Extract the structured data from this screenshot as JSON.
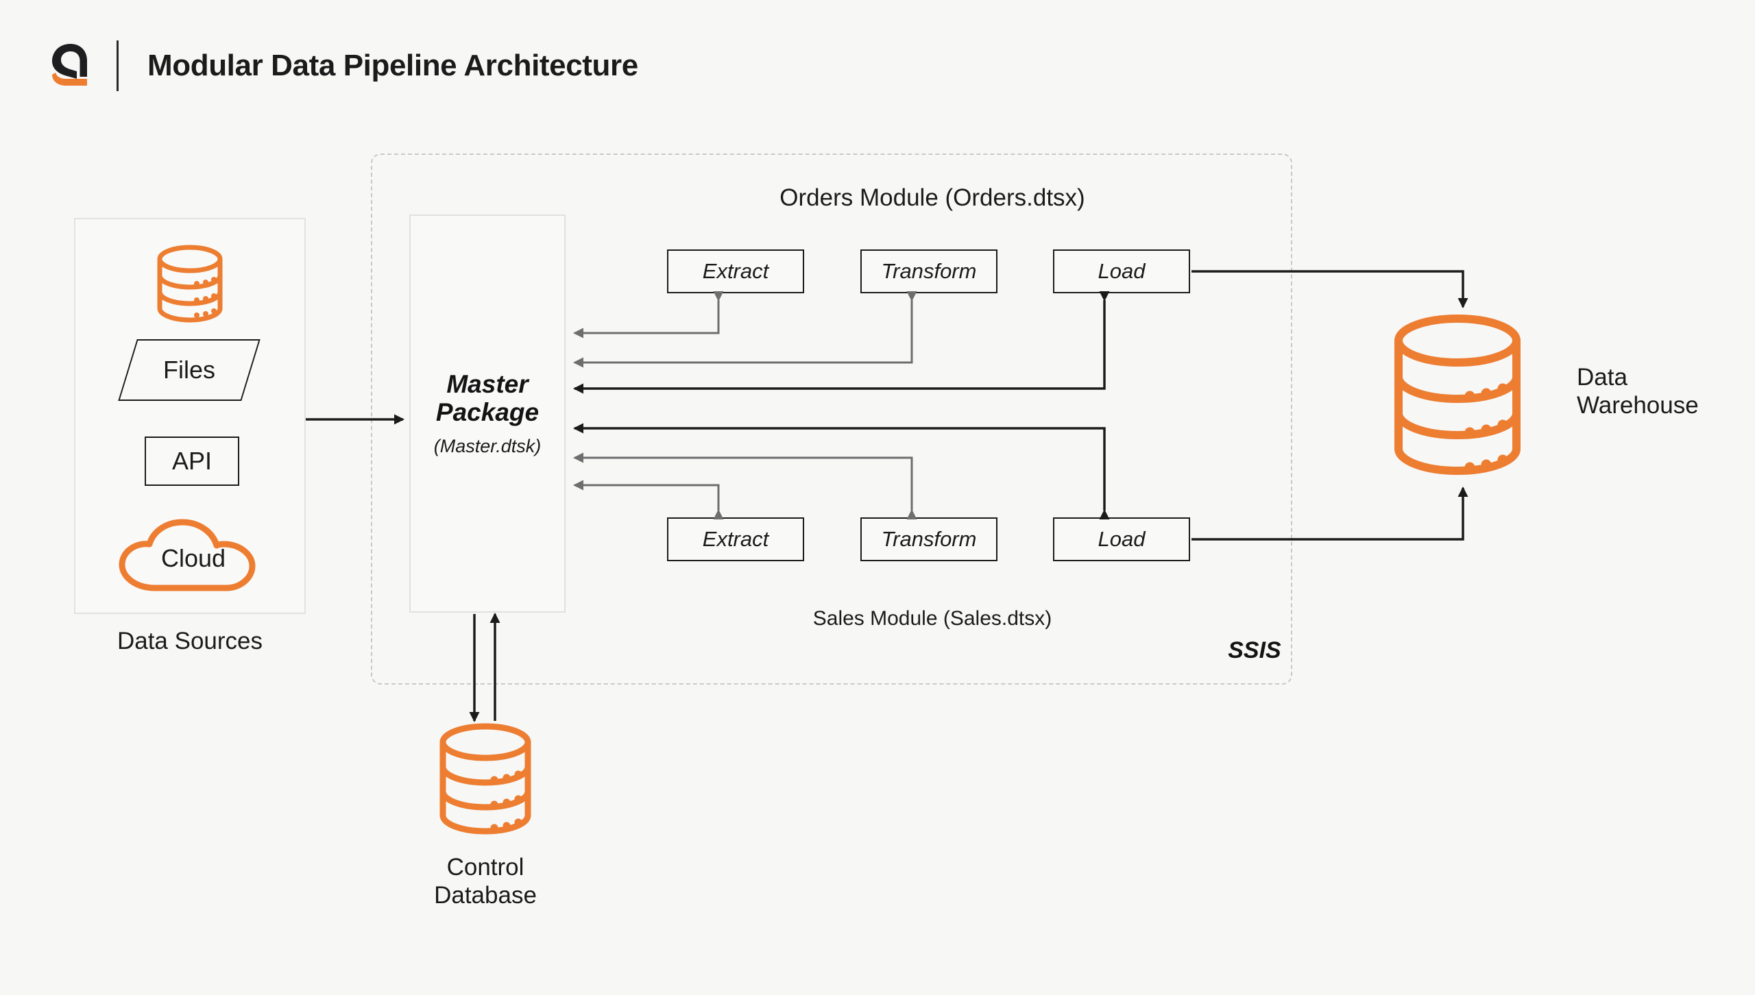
{
  "header": {
    "logo_icon": "quantilus-q-logo-icon",
    "title": "Modular Data Pipeline Architecture"
  },
  "colors": {
    "accent_orange": "#ED7D31",
    "ink": "#1b1b1b",
    "gray_arrow": "#6e6e6e",
    "black_arrow": "#1b1b1b",
    "panel_border": "#e2e2e0",
    "dashed_border": "#c9c9c7",
    "background": "#f7f7f6"
  },
  "data_sources": {
    "caption": "Data Sources",
    "items": [
      {
        "name": "database-cylinder-icon",
        "label": "",
        "shape": "cylinder",
        "color": "#ED7D31"
      },
      {
        "name": "files",
        "label": "Files",
        "shape": "parallelogram"
      },
      {
        "name": "api",
        "label": "API",
        "shape": "rectangle"
      },
      {
        "name": "cloud",
        "label": "Cloud",
        "shape": "cloud",
        "color": "#ED7D31"
      }
    ]
  },
  "ssis": {
    "label": "SSIS",
    "master_package": {
      "title": "Master\nPackage",
      "subtitle": "(Master.dtsk)"
    },
    "modules": [
      {
        "title": "Orders Module (Orders.dtsx)",
        "title_position": "above",
        "steps": [
          "Extract",
          "Transform",
          "Load"
        ]
      },
      {
        "title": "Sales Module (Sales.dtsx)",
        "title_position": "below",
        "steps": [
          "Extract",
          "Transform",
          "Load"
        ]
      }
    ]
  },
  "control_database": {
    "caption": "Control\nDatabase",
    "icon": "database-cylinder-icon",
    "color": "#ED7D31"
  },
  "data_warehouse": {
    "caption": "Data\nWarehouse",
    "icon": "database-cylinder-icon",
    "color": "#ED7D31"
  },
  "connections": [
    {
      "from": "data-sources",
      "to": "master-package",
      "style": "black"
    },
    {
      "from": "master-package",
      "to": "control-database",
      "style": "black",
      "direction": "down"
    },
    {
      "from": "control-database",
      "to": "master-package",
      "style": "black",
      "direction": "up"
    },
    {
      "from": "orders-extract",
      "to": "master-package",
      "style": "gray"
    },
    {
      "from": "orders-transform",
      "to": "master-package",
      "style": "gray"
    },
    {
      "from": "orders-load",
      "to": "master-package",
      "style": "black"
    },
    {
      "from": "sales-load",
      "to": "master-package",
      "style": "black"
    },
    {
      "from": "sales-transform",
      "to": "master-package",
      "style": "gray"
    },
    {
      "from": "sales-extract",
      "to": "master-package",
      "style": "gray"
    },
    {
      "from": "orders-load",
      "to": "data-warehouse",
      "style": "black"
    },
    {
      "from": "sales-load",
      "to": "data-warehouse",
      "style": "black"
    }
  ]
}
